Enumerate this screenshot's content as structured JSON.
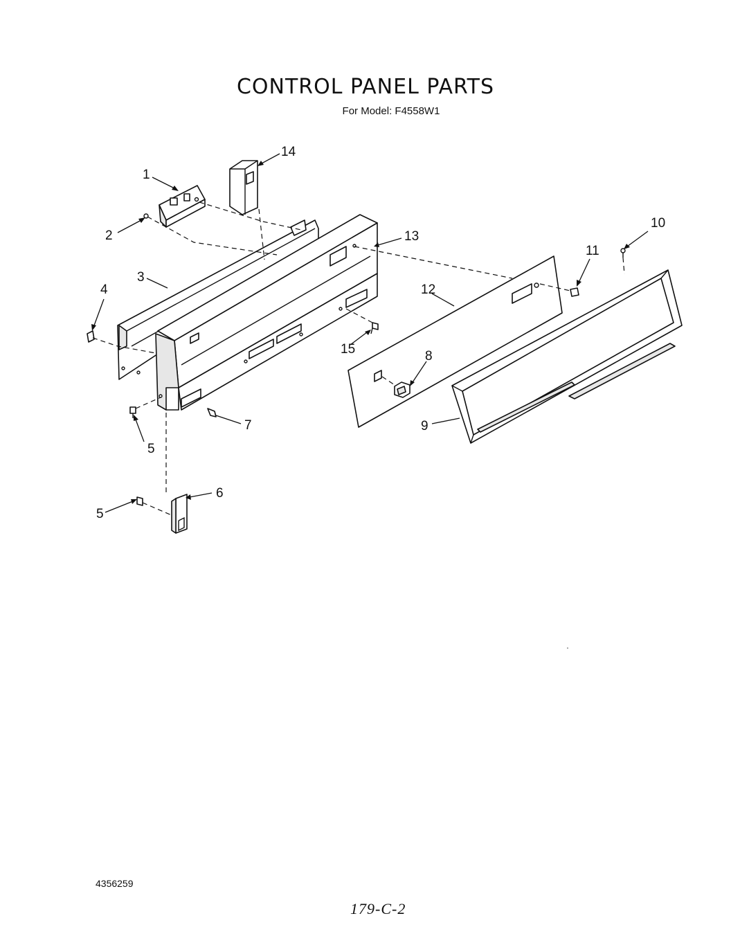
{
  "header": {
    "title": "CONTROL PANEL PARTS",
    "subtitle": "For Model: F4558W1"
  },
  "callouts": {
    "c1": "1",
    "c2": "2",
    "c3": "3",
    "c4": "4",
    "c5a": "5",
    "c5b": "5",
    "c6": "6",
    "c7": "7",
    "c8": "8",
    "c9": "9",
    "c10": "10",
    "c11": "11",
    "c12": "12",
    "c13": "13",
    "c14": "14",
    "c15": "15"
  },
  "footer": {
    "doc_number": "4356259",
    "page_ref": "179-C-2"
  }
}
